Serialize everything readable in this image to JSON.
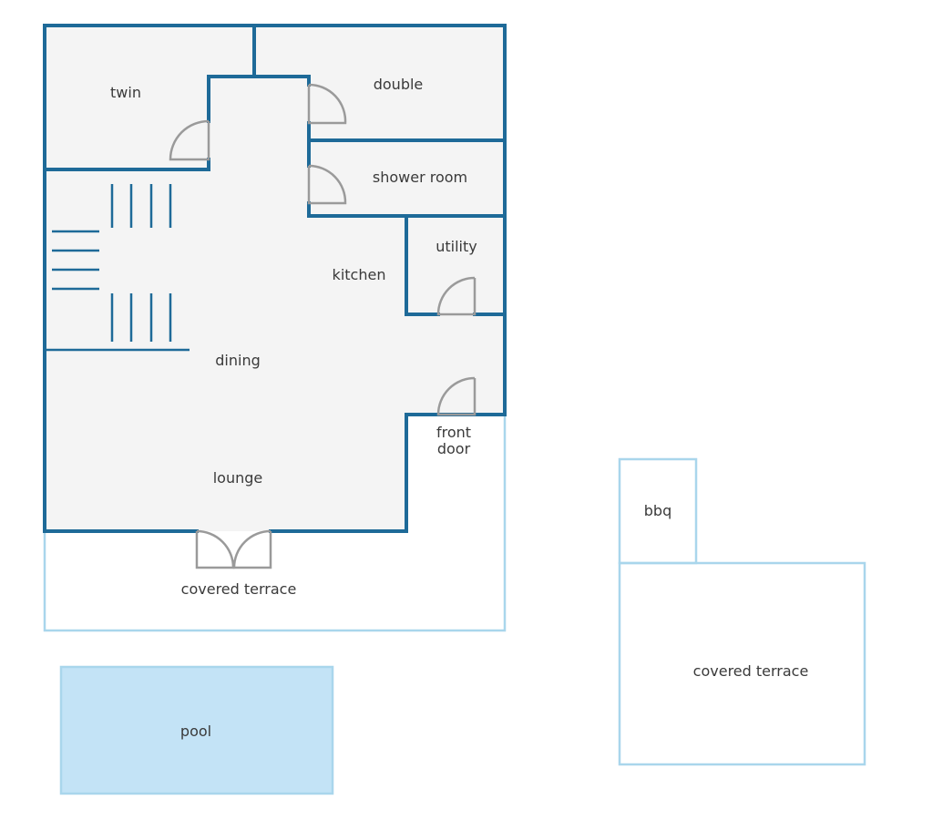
{
  "plan": {
    "labels": {
      "twin": "twin",
      "double": "double",
      "shower_room": "shower room",
      "utility": "utility",
      "kitchen": "kitchen",
      "dining": "dining",
      "lounge": "lounge",
      "front_door_line1": "front",
      "front_door_line2": "door",
      "covered_terrace_house": "covered terrace",
      "pool": "pool",
      "bbq": "bbq",
      "covered_terrace_outdoor": "covered terrace"
    },
    "colors": {
      "wall": "#1e6a98",
      "floor": "#f4f4f4",
      "outdoor_outline": "#a9d6ec",
      "pool_fill": "#c3e3f6",
      "door": "#9a9a9a",
      "text": "#3a3a3a"
    }
  }
}
